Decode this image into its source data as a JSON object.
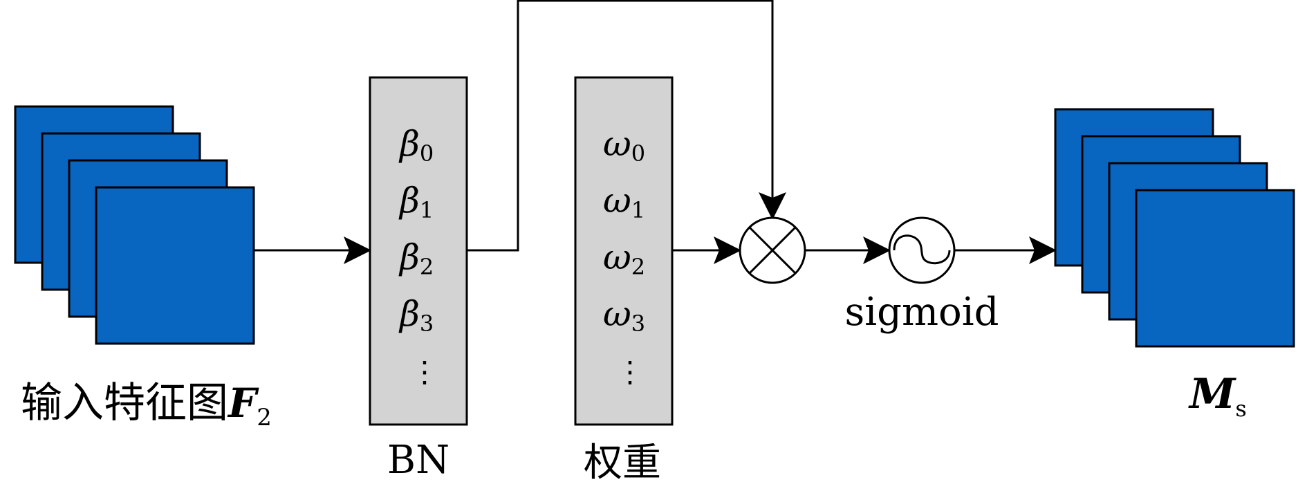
{
  "colors": {
    "feature_map_fill": "#0865c0",
    "column_fill": "#d3d3d3",
    "stroke": "#000000"
  },
  "input": {
    "label": "输入特征图",
    "symbol": "F",
    "subscript": "2"
  },
  "bn_column": {
    "label": "BN",
    "symbol": "β",
    "subscripts": [
      "0",
      "1",
      "2",
      "3"
    ],
    "ellipsis": "⋮"
  },
  "weight_column": {
    "label": "权重",
    "symbol": "ω",
    "subscripts": [
      "0",
      "1",
      "2",
      "3"
    ],
    "ellipsis": "⋮"
  },
  "multiply_node": {
    "icon": "multiply-icon"
  },
  "sigmoid_node": {
    "icon": "sigmoid-icon",
    "label": "sigmoid"
  },
  "output": {
    "symbol": "M",
    "subscript": "s"
  }
}
